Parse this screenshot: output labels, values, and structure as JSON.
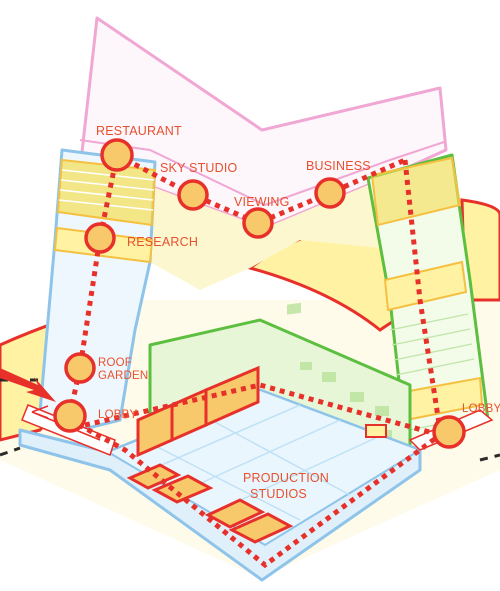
{
  "labels": {
    "restaurant": "RESTAURANT",
    "sky_studio": "SKY STUDIO",
    "business": "BUSINESS",
    "viewing": "VIEWING",
    "research": "RESEARCH",
    "roof_garden_1": "ROOF",
    "roof_garden_2": "GARDEN",
    "lobby_left": "LOBBY",
    "lobby_right": "LOBBY",
    "production_1": "PRODUCTION",
    "production_2": "STUDIOS"
  },
  "colors": {
    "route": "#e8302a",
    "node_fill": "#f7c96a",
    "node_stroke": "#e8302a",
    "label": "#e8502e",
    "tower_left_outline": "#8ec3ea",
    "tower_right_outline": "#5dbf3f",
    "bridge_outline": "#f0a7d3",
    "floor_band": "#f5de53",
    "fill_light": "#fdf7cf",
    "fill_yellow": "#fff2a3",
    "fill_blue": "#dff0fb",
    "fill_green": "#e7f6d7",
    "studio_blocks": "#f7c96a",
    "ground_dash": "#2a2a2a"
  }
}
